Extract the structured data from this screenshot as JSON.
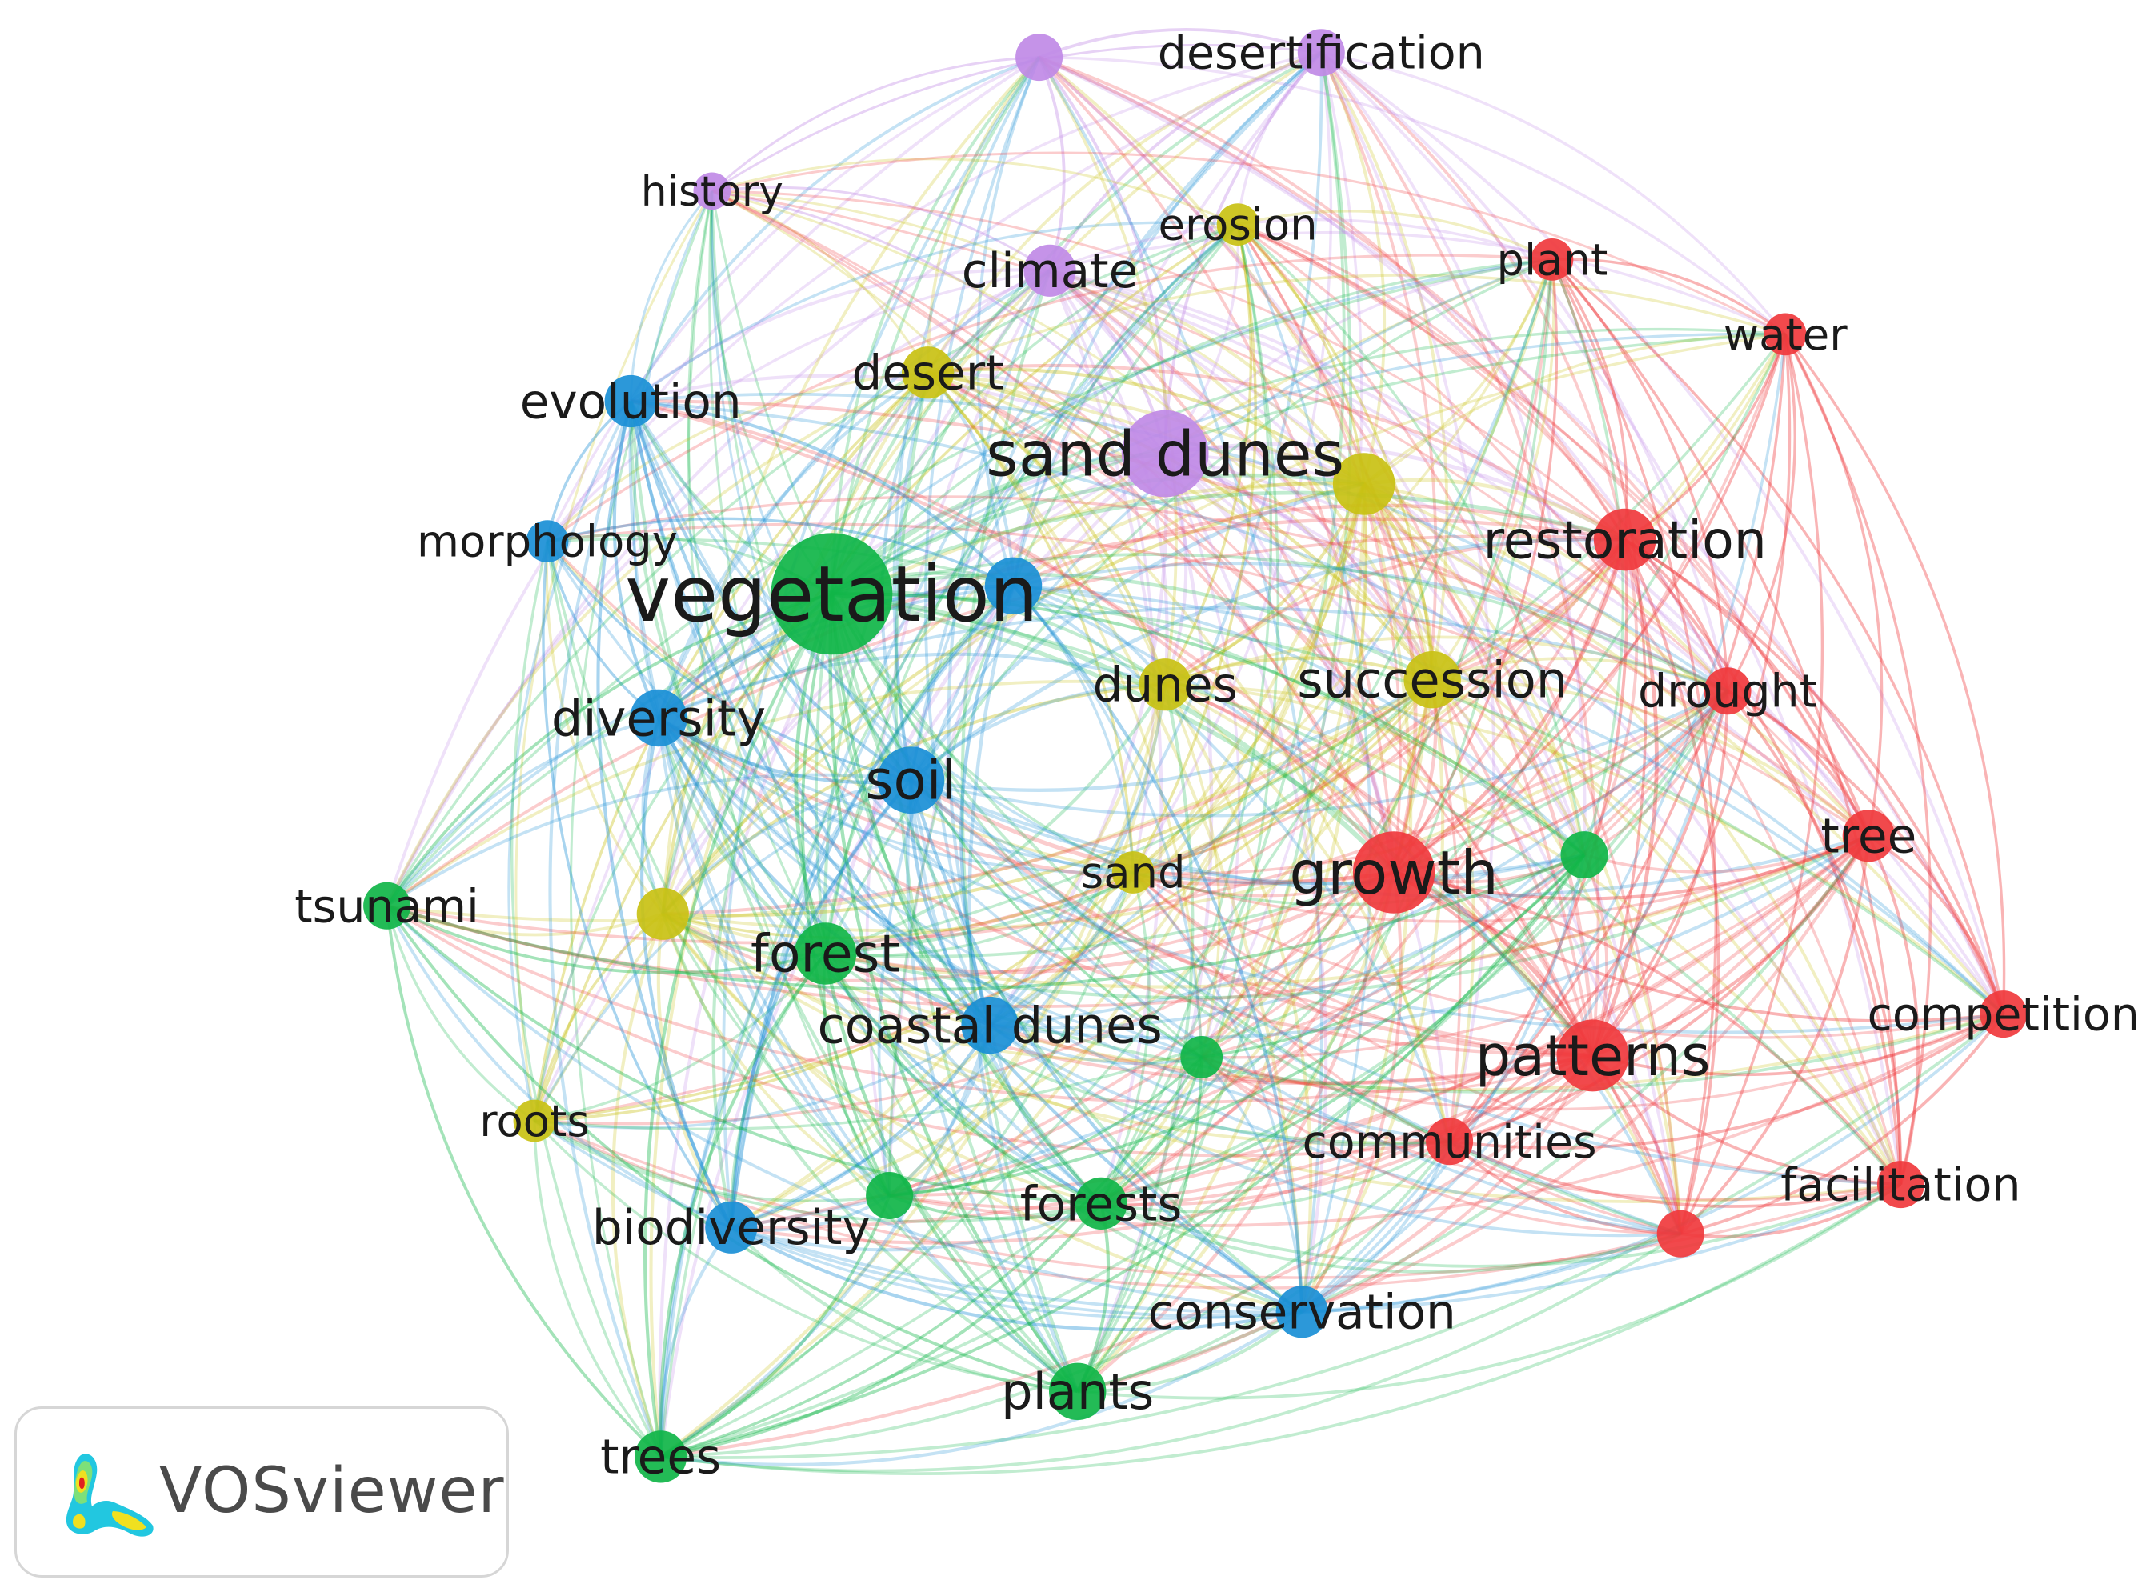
{
  "colors": {
    "red": "#f03a3d",
    "green": "#10b548",
    "blue": "#1a8fd6",
    "yellow": "#c9c114",
    "purple": "#c08ae6"
  },
  "nodes": [
    {
      "id": "desertification",
      "label": "desertification",
      "cluster": "purple",
      "weight": 5
    },
    {
      "id": "n_top_purple",
      "label": "",
      "cluster": "purple",
      "weight": 5
    },
    {
      "id": "history",
      "label": "history",
      "cluster": "purple",
      "weight": 3
    },
    {
      "id": "climate",
      "label": "climate",
      "cluster": "purple",
      "weight": 6
    },
    {
      "id": "sand_dunes",
      "label": "sand dunes",
      "cluster": "purple",
      "weight": 13
    },
    {
      "id": "erosion",
      "label": "erosion",
      "cluster": "yellow",
      "weight": 4
    },
    {
      "id": "desert",
      "label": "desert",
      "cluster": "yellow",
      "weight": 6
    },
    {
      "id": "n_yellow_center",
      "label": "",
      "cluster": "yellow",
      "weight": 8
    },
    {
      "id": "dunes",
      "label": "dunes",
      "cluster": "yellow",
      "weight": 6
    },
    {
      "id": "succession",
      "label": "succession",
      "cluster": "yellow",
      "weight": 7
    },
    {
      "id": "sand",
      "label": "sand",
      "cluster": "yellow",
      "weight": 4
    },
    {
      "id": "n_yellow_left",
      "label": "",
      "cluster": "yellow",
      "weight": 6
    },
    {
      "id": "roots",
      "label": "roots",
      "cluster": "yellow",
      "weight": 4
    },
    {
      "id": "plant",
      "label": "plant",
      "cluster": "red",
      "weight": 4
    },
    {
      "id": "water",
      "label": "water",
      "cluster": "red",
      "weight": 4
    },
    {
      "id": "restoration",
      "label": "restoration",
      "cluster": "red",
      "weight": 8
    },
    {
      "id": "drought",
      "label": "drought",
      "cluster": "red",
      "weight": 5
    },
    {
      "id": "tree",
      "label": "tree",
      "cluster": "red",
      "weight": 6
    },
    {
      "id": "growth",
      "label": "growth",
      "cluster": "red",
      "weight": 12
    },
    {
      "id": "competition",
      "label": "competition",
      "cluster": "red",
      "weight": 5
    },
    {
      "id": "patterns",
      "label": "patterns",
      "cluster": "red",
      "weight": 10
    },
    {
      "id": "communities",
      "label": "communities",
      "cluster": "red",
      "weight": 5
    },
    {
      "id": "facilitation",
      "label": "facilitation",
      "cluster": "red",
      "weight": 5
    },
    {
      "id": "n_red_bottom",
      "label": "",
      "cluster": "red",
      "weight": 5
    },
    {
      "id": "evolution",
      "label": "evolution",
      "cluster": "blue",
      "weight": 6
    },
    {
      "id": "morphology",
      "label": "morphology",
      "cluster": "blue",
      "weight": 4
    },
    {
      "id": "n_blue_center",
      "label": "",
      "cluster": "blue",
      "weight": 7
    },
    {
      "id": "diversity",
      "label": "diversity",
      "cluster": "blue",
      "weight": 7
    },
    {
      "id": "soil",
      "label": "soil",
      "cluster": "blue",
      "weight": 9
    },
    {
      "id": "coastal_dunes",
      "label": "coastal dunes",
      "cluster": "blue",
      "weight": 7
    },
    {
      "id": "biodiversity",
      "label": "biodiversity",
      "cluster": "blue",
      "weight": 6
    },
    {
      "id": "conservation",
      "label": "conservation",
      "cluster": "blue",
      "weight": 6
    },
    {
      "id": "vegetation",
      "label": "vegetation",
      "cluster": "green",
      "weight": 20
    },
    {
      "id": "tsunami",
      "label": "tsunami",
      "cluster": "green",
      "weight": 5
    },
    {
      "id": "forest",
      "label": "forest",
      "cluster": "green",
      "weight": 8
    },
    {
      "id": "n_green_right",
      "label": "",
      "cluster": "green",
      "weight": 5
    },
    {
      "id": "n_green_mid",
      "label": "",
      "cluster": "green",
      "weight": 4
    },
    {
      "id": "n_green_low",
      "label": "",
      "cluster": "green",
      "weight": 5
    },
    {
      "id": "forests",
      "label": "forests",
      "cluster": "green",
      "weight": 6
    },
    {
      "id": "plants",
      "label": "plants",
      "cluster": "green",
      "weight": 7
    },
    {
      "id": "trees",
      "label": "trees",
      "cluster": "green",
      "weight": 6
    }
  ],
  "badge": {
    "text": "VOSviewer"
  }
}
